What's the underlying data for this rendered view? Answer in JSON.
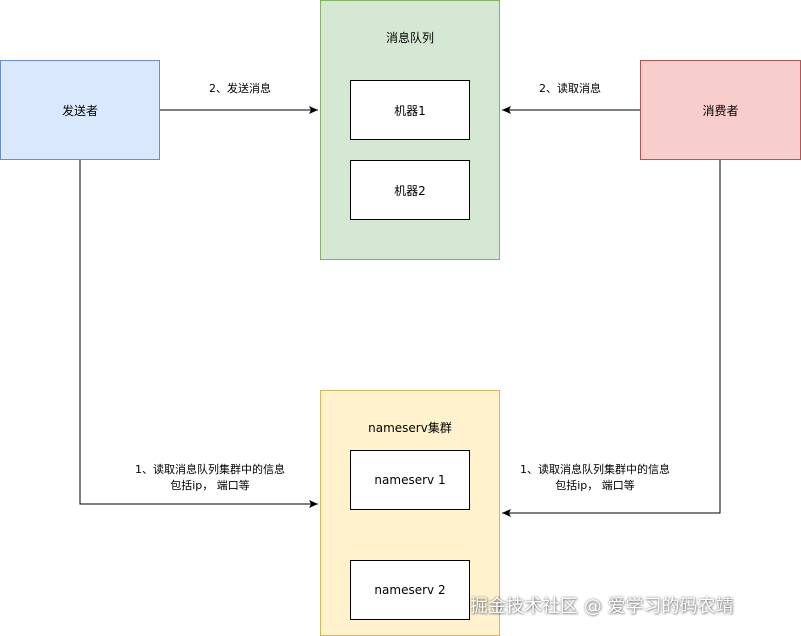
{
  "nodes": {
    "sender": "发送者",
    "consumer": "消费者",
    "mq_title": "消息队列",
    "machine1": "机器1",
    "machine2": "机器2",
    "ns_title": "nameserv集群",
    "nameserv1": "nameserv 1",
    "nameserv2": "nameserv 2"
  },
  "edges": {
    "send_label": "2、发送消息",
    "read_label": "2、读取消息",
    "left_label_line1": "1、读取消息队列集群中的信息",
    "left_label_line2": "包括ip， 端口等",
    "right_label_line1": "1、读取消息队列集群中的信息",
    "right_label_line2": "包括ip， 端口等"
  },
  "colors": {
    "sender_fill": "#dae8fc",
    "consumer_fill": "#f8cecc",
    "mq_fill": "#d5e8d4",
    "ns_fill": "#fff2cc"
  },
  "watermark": "掘金技术社区 @ 爱学习的码农靖"
}
